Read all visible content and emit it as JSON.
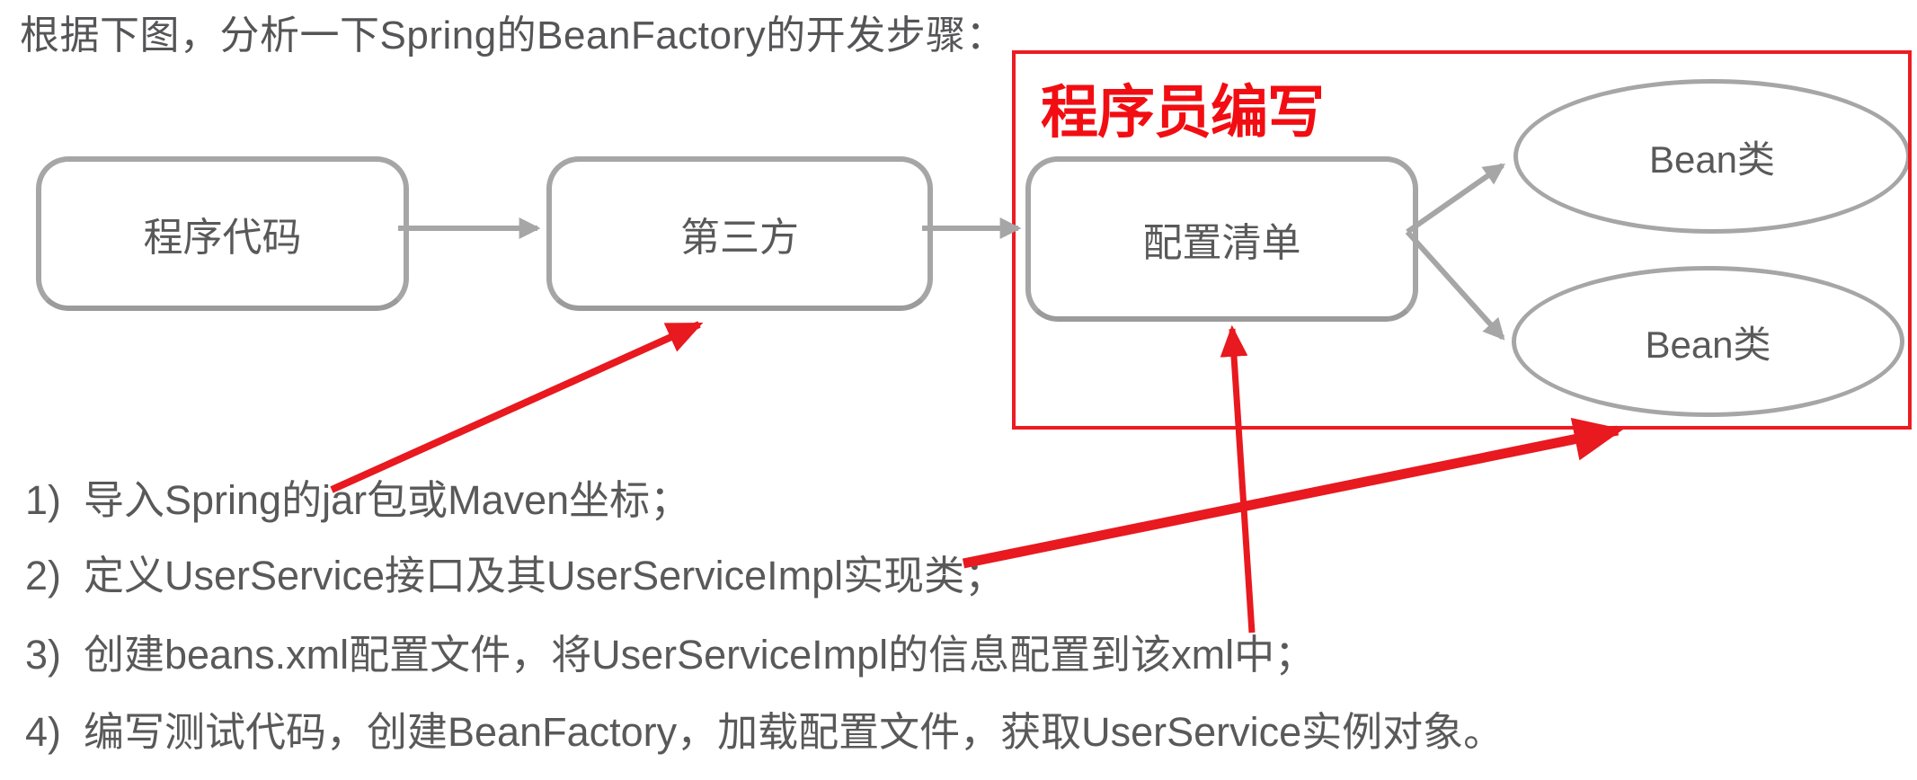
{
  "title": "根据下图，分析一下Spring的BeanFactory的开发步骤：",
  "diagram": {
    "nodes": [
      {
        "id": "program-code",
        "label": "程序代码",
        "shape": "rounded-rect"
      },
      {
        "id": "third-party",
        "label": "第三方",
        "shape": "rounded-rect"
      },
      {
        "id": "config-list",
        "label": "配置清单",
        "shape": "rounded-rect"
      },
      {
        "id": "bean-class-top",
        "label": "Bean类",
        "shape": "ellipse"
      },
      {
        "id": "bean-class-bottom",
        "label": "Bean类",
        "shape": "ellipse"
      }
    ],
    "annotation_label": "程序员编写",
    "colors": {
      "node_border": "#a6a6a6",
      "node_text": "#595959",
      "gray_arrow": "#a6a6a6",
      "red_outline": "#ee1b22",
      "red_text": "#f20d12",
      "red_arrow": "#e8191f",
      "background": "#ffffff"
    }
  },
  "steps": [
    {
      "num": "1)",
      "text": "导入Spring的jar包或Maven坐标；"
    },
    {
      "num": "2)",
      "text": "定义UserService接口及其UserServiceImpl实现类；"
    },
    {
      "num": "3)",
      "text": "创建beans.xml配置文件，将UserServiceImpl的信息配置到该xml中；"
    },
    {
      "num": "4)",
      "text": "编写测试代码，创建BeanFactory，加载配置文件，获取UserService实例对象。"
    }
  ]
}
